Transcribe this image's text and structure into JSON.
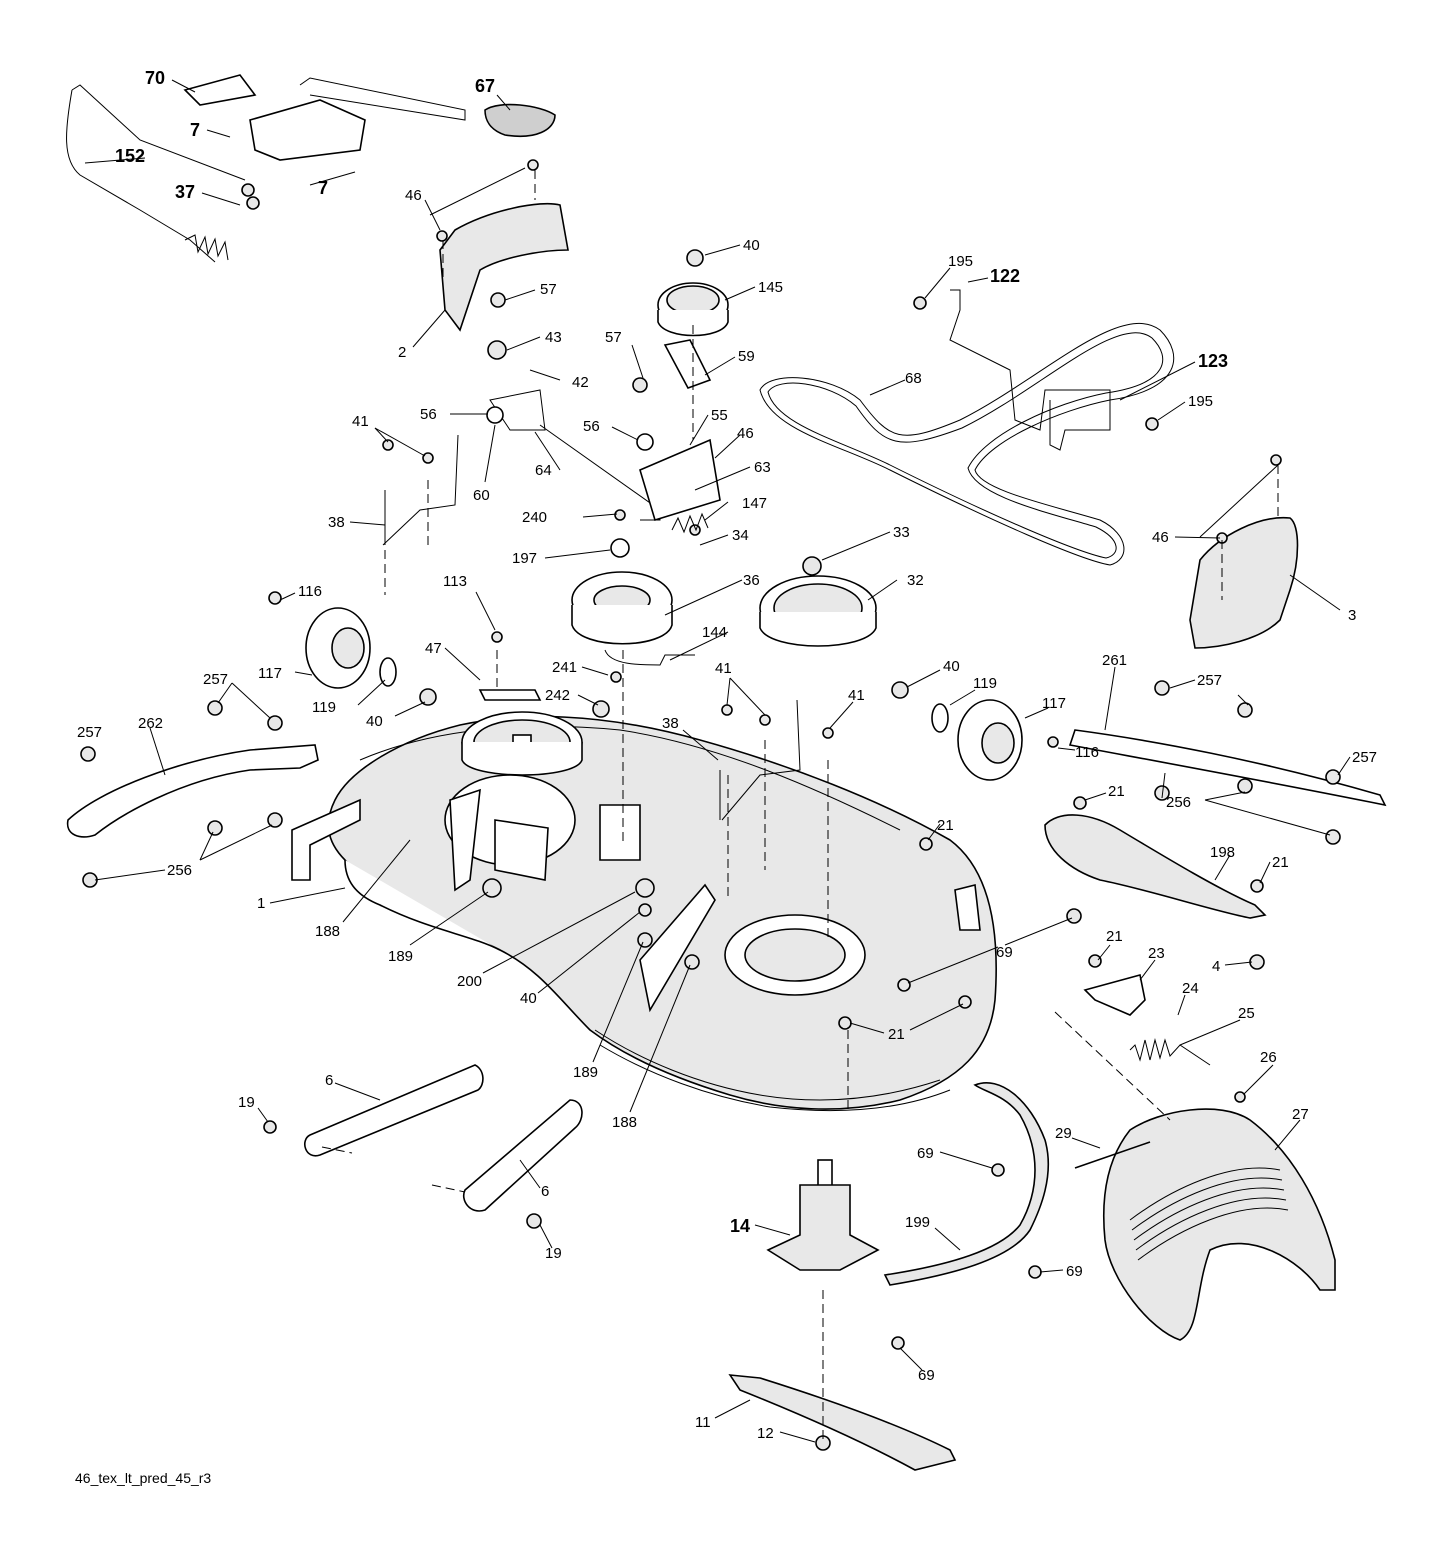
{
  "footer_code": "46_tex_lt_pred_45_r3",
  "callouts": [
    {
      "id": "c70",
      "text": "70",
      "bold": true
    },
    {
      "id": "c67",
      "text": "67",
      "bold": true
    },
    {
      "id": "c7a",
      "text": "7",
      "bold": true
    },
    {
      "id": "c152",
      "text": "152",
      "bold": true
    },
    {
      "id": "c7b",
      "text": "7",
      "bold": true
    },
    {
      "id": "c37",
      "text": "37",
      "bold": true
    },
    {
      "id": "c46a",
      "text": "46"
    },
    {
      "id": "c2",
      "text": "2"
    },
    {
      "id": "c40a",
      "text": "40"
    },
    {
      "id": "c145",
      "text": "145"
    },
    {
      "id": "c57a",
      "text": "57"
    },
    {
      "id": "c43",
      "text": "43"
    },
    {
      "id": "c42",
      "text": "42"
    },
    {
      "id": "c57b",
      "text": "57"
    },
    {
      "id": "c59",
      "text": "59"
    },
    {
      "id": "c195a",
      "text": "195"
    },
    {
      "id": "c122",
      "text": "122"
    },
    {
      "id": "c68",
      "text": "68"
    },
    {
      "id": "c123",
      "text": "123"
    },
    {
      "id": "c195b",
      "text": "195"
    },
    {
      "id": "c41a",
      "text": "41"
    },
    {
      "id": "c56a",
      "text": "56"
    },
    {
      "id": "c56b",
      "text": "56"
    },
    {
      "id": "c55",
      "text": "55"
    },
    {
      "id": "c46b",
      "text": "46"
    },
    {
      "id": "c64",
      "text": "64"
    },
    {
      "id": "c60",
      "text": "60"
    },
    {
      "id": "c63",
      "text": "63"
    },
    {
      "id": "c38a",
      "text": "38"
    },
    {
      "id": "c240",
      "text": "240"
    },
    {
      "id": "c147",
      "text": "147"
    },
    {
      "id": "c34",
      "text": "34"
    },
    {
      "id": "c197",
      "text": "197"
    },
    {
      "id": "c33",
      "text": "33"
    },
    {
      "id": "c46c",
      "text": "46"
    },
    {
      "id": "c116a",
      "text": "116"
    },
    {
      "id": "c113",
      "text": "113"
    },
    {
      "id": "c36",
      "text": "36"
    },
    {
      "id": "c32",
      "text": "32"
    },
    {
      "id": "c3",
      "text": "3"
    },
    {
      "id": "c47",
      "text": "47"
    },
    {
      "id": "c144",
      "text": "144"
    },
    {
      "id": "c117a",
      "text": "117"
    },
    {
      "id": "c241",
      "text": "241"
    },
    {
      "id": "c41b",
      "text": "41"
    },
    {
      "id": "c41c",
      "text": "41"
    },
    {
      "id": "c40b",
      "text": "40"
    },
    {
      "id": "c119b",
      "text": "119"
    },
    {
      "id": "c261",
      "text": "261"
    },
    {
      "id": "c257a",
      "text": "257"
    },
    {
      "id": "c262",
      "text": "262"
    },
    {
      "id": "c119a",
      "text": "119"
    },
    {
      "id": "c242",
      "text": "242"
    },
    {
      "id": "c40c",
      "text": "40"
    },
    {
      "id": "c117b",
      "text": "117"
    },
    {
      "id": "c257b",
      "text": "257"
    },
    {
      "id": "c257c",
      "text": "257"
    },
    {
      "id": "c38b",
      "text": "38"
    },
    {
      "id": "c116b",
      "text": "116"
    },
    {
      "id": "c257d",
      "text": "257"
    },
    {
      "id": "c21a",
      "text": "21"
    },
    {
      "id": "c256b",
      "text": "256"
    },
    {
      "id": "c21b",
      "text": "21"
    },
    {
      "id": "c198",
      "text": "198"
    },
    {
      "id": "c256a",
      "text": "256"
    },
    {
      "id": "c21c",
      "text": "21"
    },
    {
      "id": "c1",
      "text": "1"
    },
    {
      "id": "c188a",
      "text": "188"
    },
    {
      "id": "c189a",
      "text": "189"
    },
    {
      "id": "c69a",
      "text": "69"
    },
    {
      "id": "c4",
      "text": "4"
    },
    {
      "id": "c21d",
      "text": "21"
    },
    {
      "id": "c23",
      "text": "23"
    },
    {
      "id": "c200",
      "text": "200"
    },
    {
      "id": "c40d",
      "text": "40"
    },
    {
      "id": "c24",
      "text": "24"
    },
    {
      "id": "c25",
      "text": "25"
    },
    {
      "id": "c21e",
      "text": "21"
    },
    {
      "id": "c189b",
      "text": "189"
    },
    {
      "id": "c26",
      "text": "26"
    },
    {
      "id": "c6a",
      "text": "6"
    },
    {
      "id": "c19a",
      "text": "19"
    },
    {
      "id": "c188b",
      "text": "188"
    },
    {
      "id": "c27",
      "text": "27"
    },
    {
      "id": "c29",
      "text": "29"
    },
    {
      "id": "c69b",
      "text": "69"
    },
    {
      "id": "c6b",
      "text": "6"
    },
    {
      "id": "c14",
      "text": "14"
    },
    {
      "id": "c19b",
      "text": "19"
    },
    {
      "id": "c199",
      "text": "199"
    },
    {
      "id": "c69c",
      "text": "69"
    },
    {
      "id": "c69d",
      "text": "69"
    },
    {
      "id": "c11",
      "text": "11"
    },
    {
      "id": "c12",
      "text": "12"
    }
  ]
}
